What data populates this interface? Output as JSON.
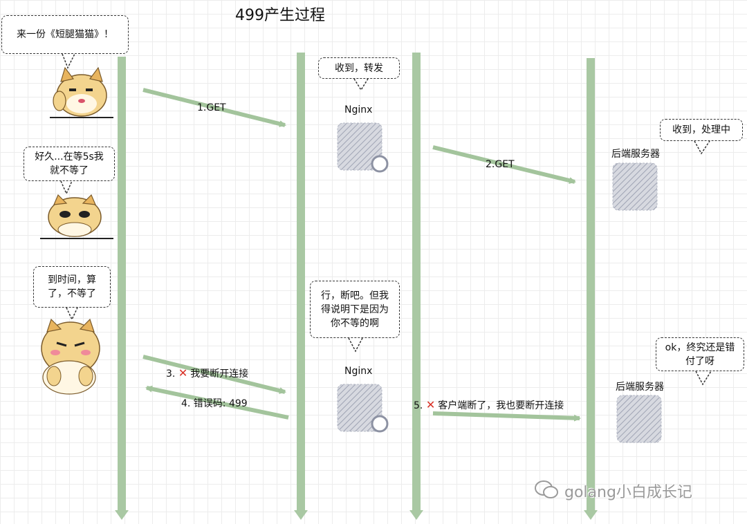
{
  "title": "499产生过程",
  "bubbles": {
    "client_1": "来一份《短腿猫猫》！",
    "client_2_line1": "好久...在等5s我",
    "client_2_line2": "就不等了",
    "client_3_line1": "到时间，算",
    "client_3_line2": "了，不等了",
    "nginx_1": "收到，转发",
    "nginx_2_line1": "行，断吧。但我",
    "nginx_2_line2": "得说明下是因为",
    "nginx_2_line3": "你不等的啊",
    "backend_1": "收到，处理中",
    "backend_2_line1": "ok，终究还是错",
    "backend_2_line2": "付了呀"
  },
  "nodes": {
    "nginx_1": "Nginx",
    "nginx_2": "Nginx",
    "backend_1": "后端服务器",
    "backend_2": "后端服务器"
  },
  "messages": {
    "m1": "1.GET",
    "m2": "2.GET",
    "m3_num": "3.",
    "m3_text": "我要断开连接",
    "m4": "4. 错误码: 499",
    "m5_num": "5.",
    "m5_text": "客户端断了，我也要断开连接"
  },
  "watermark": "golang小白成长记",
  "colors": {
    "lifeline": "#a9c8a3",
    "arrow": "#a3c49c",
    "cross": "#d93025",
    "server": "#c9ccd6"
  }
}
